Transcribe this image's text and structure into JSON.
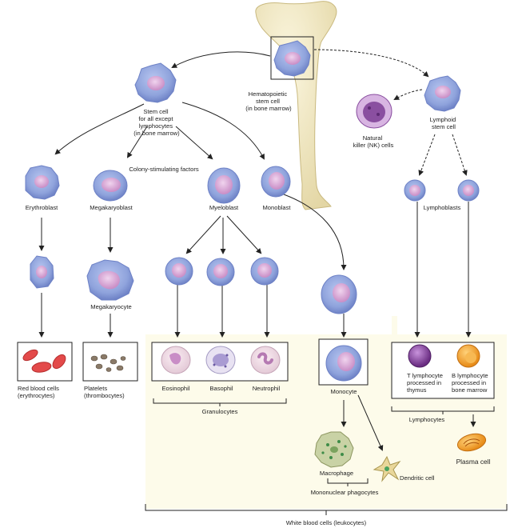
{
  "labels": {
    "hsc": [
      "Hematopoietic",
      "stem cell",
      "(in bone marrow)"
    ],
    "stem_except": [
      "Stem cell",
      "for all except",
      "lymphocytes",
      "(in bone marrow)"
    ],
    "lymphoid_stem": [
      "Lymphoid",
      "stem cell"
    ],
    "nk": [
      "Natural",
      "killer (NK) cells"
    ],
    "csf": "Colony-stimulating factors",
    "erythroblast": "Erythroblast",
    "megakaryoblast": "Megakaryoblast",
    "myeloblast": "Myeloblast",
    "monoblast": "Monoblast",
    "lymphoblasts": "Lymphoblasts",
    "megakaryocyte": "Megakaryocyte",
    "rbc": [
      "Red blood cells",
      "(erythrocytes)"
    ],
    "platelets": [
      "Platelets",
      "(thrombocytes)"
    ],
    "eosinophil": "Eosinophil",
    "basophil": "Basophil",
    "neutrophil": "Neutrophil",
    "granulocytes": "Granulocytes",
    "monocyte": "Monocyte",
    "t_lymph": [
      "T lymphocyte",
      "processed in",
      "thymus"
    ],
    "b_lymph": [
      "B lymphocyte",
      "processed in",
      "bone marrow"
    ],
    "lymphocytes": "Lymphocytes",
    "plasma": "Plasma cell",
    "macrophage": "Macrophage",
    "dendritic": "Dendritic cell",
    "mononuclear": "Mononuclear phagocytes",
    "wbc": "White blood cells (leukocytes)"
  },
  "colors": {
    "cell_body": "#8fa3dc",
    "cell_edge": "#6f83c4",
    "nucleus": "#d9a9d6",
    "panel_bg": "#fdfbea",
    "bone": "#efe6bf",
    "rbc": "#e34a4a",
    "t_cell": "#7a3c8f",
    "b_cell": "#f0a030",
    "nk_cell": "#8a4fa0"
  }
}
